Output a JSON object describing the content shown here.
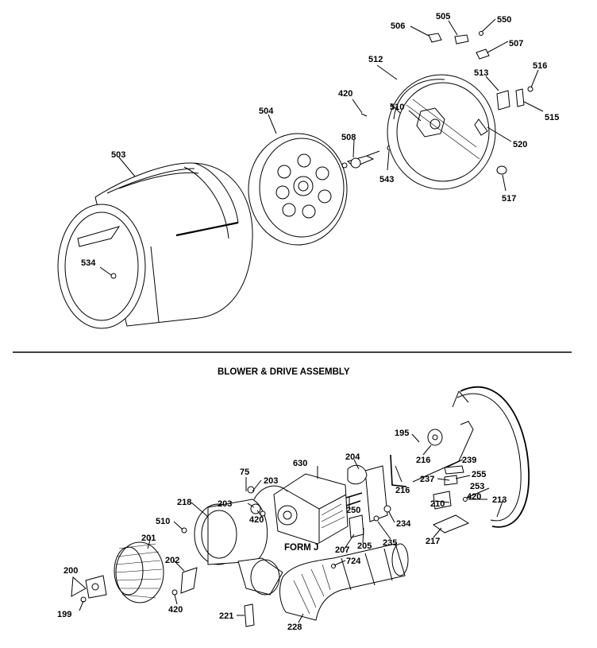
{
  "section_title": "BLOWER & DRIVE ASSEMBLY",
  "form_label": "FORM J",
  "labels": {
    "l503": "503",
    "l504": "504",
    "l534": "534",
    "l420a": "420",
    "l508": "508",
    "l543": "543",
    "l512": "512",
    "l510": "510",
    "l506": "506",
    "l505": "505",
    "l550": "550",
    "l507": "507",
    "l513": "513",
    "l516": "516",
    "l515": "515",
    "l520": "520",
    "l517": "517",
    "l195": "195",
    "l216a": "216",
    "l239": "239",
    "l255": "255",
    "l237": "237",
    "l253": "253",
    "l216b": "216",
    "l210": "210",
    "l420b": "420",
    "l213": "213",
    "l204": "204",
    "l630": "630",
    "l75": "75",
    "l203a": "203",
    "l203b": "203",
    "l420c": "420",
    "l250": "250",
    "l218": "218",
    "l510b": "510",
    "l201": "201",
    "l234": "234",
    "l207": "207",
    "l205": "205",
    "l235": "235",
    "l217": "217",
    "l202": "202",
    "l724": "724",
    "l200": "200",
    "l199": "199",
    "l420d": "420",
    "l221": "221",
    "l228": "228"
  }
}
